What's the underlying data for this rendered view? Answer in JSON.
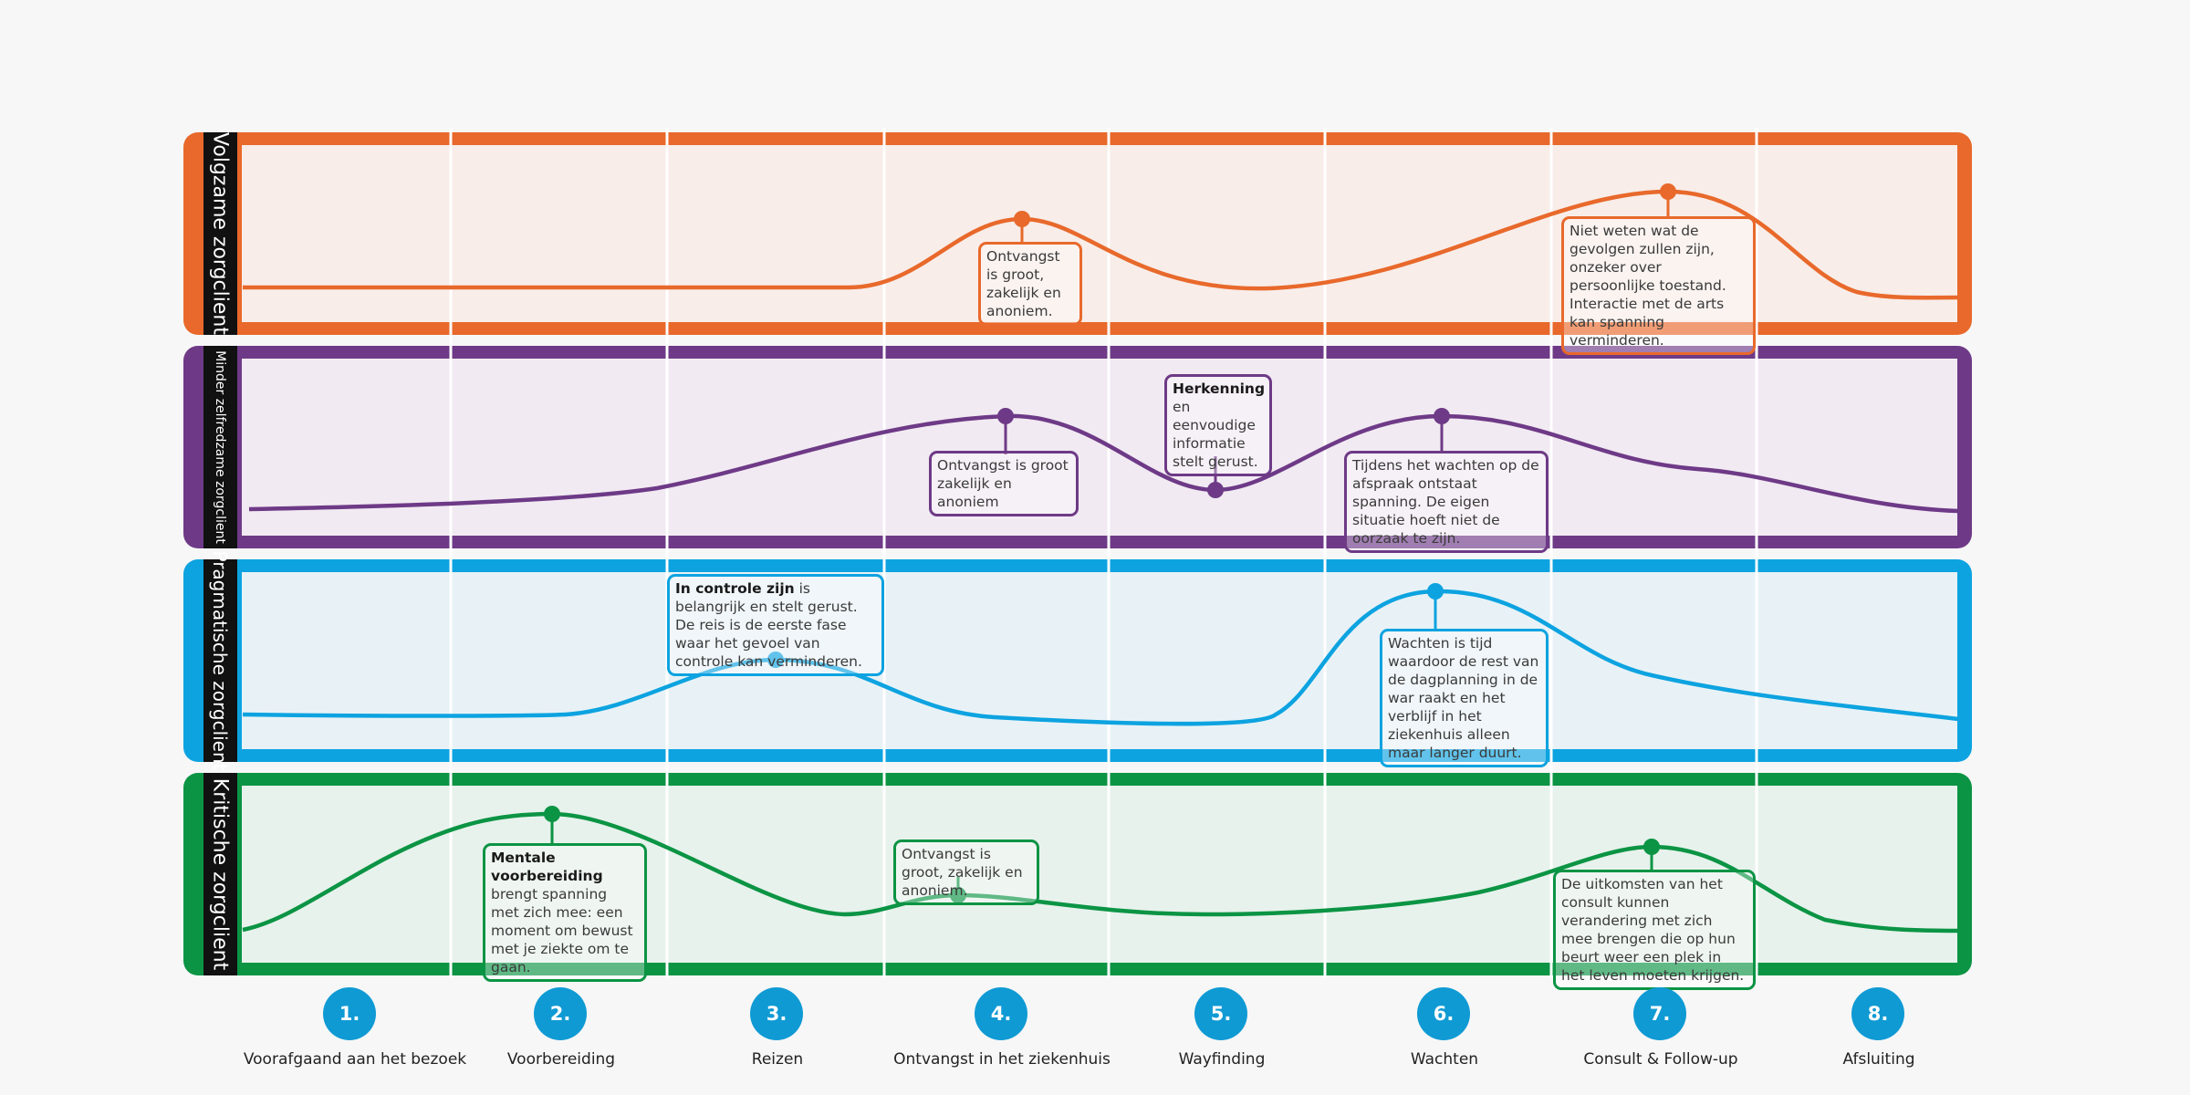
{
  "phases": [
    {
      "num": "1.",
      "label": "Voorafgaand aan het bezoek"
    },
    {
      "num": "2.",
      "label": "Voorbereiding"
    },
    {
      "num": "3.",
      "label": "Reizen"
    },
    {
      "num": "4.",
      "label": "Ontvangst in het ziekenhuis"
    },
    {
      "num": "5.",
      "label": "Wayfinding"
    },
    {
      "num": "6.",
      "label": "Wachten"
    },
    {
      "num": "7.",
      "label": "Consult & Follow-up"
    },
    {
      "num": "8.",
      "label": "Afsluiting"
    }
  ],
  "personas": [
    {
      "name": "Volgzame zorgclient",
      "color": "#e8692b",
      "fill": "#f8ede9",
      "notes": [
        {
          "lead": "",
          "text": "Ontvangst is groot, zakelijk en anoniem."
        },
        {
          "lead": "",
          "text": "Niet weten wat de gevolgen zullen zijn, onzeker over persoonlijke toestand. Interactie met de arts kan spanning verminderen."
        }
      ]
    },
    {
      "name": "Minder zelfredzame zorgclient",
      "color": "#6e3a87",
      "fill": "#f1eaf2",
      "notes": [
        {
          "lead": "",
          "text": "Ontvangst is groot zakelijk en anoniem"
        },
        {
          "lead": "Herkenning",
          "text": "en eenvoudige informatie stelt gerust."
        },
        {
          "lead": "",
          "text": "Tijdens het wachten op de afspraak ontstaat spanning. De eigen situatie hoeft niet de oorzaak te zijn."
        }
      ]
    },
    {
      "name": "Pragmatische zorgclient",
      "color": "#0da3e0",
      "fill": "#e8f2f6",
      "notes": [
        {
          "lead": "In controle zijn",
          "text": "is belangrijk en stelt gerust. De reis is de eerste fase waar het gevoel van controle kan verminderen."
        },
        {
          "lead": "",
          "text": "Wachten is tijd waardoor de rest van de dagplanning in de war raakt en het verblijf in het ziekenhuis alleen maar langer duurt."
        }
      ]
    },
    {
      "name": "Kritische zorgclient",
      "color": "#0b9444",
      "fill": "#e7f2ec",
      "notes": [
        {
          "lead": "Mentale voorbereiding",
          "text": "brengt spanning met zich mee: een moment om bewust met je ziekte om te gaan."
        },
        {
          "lead": "",
          "text": "Ontvangst is groot, zakelijk en anoniem."
        },
        {
          "lead": "",
          "text": "De uitkomsten van het consult kunnen verandering met zich mee brengen die op hun beurt weer een plek in het leven moeten krijgen."
        }
      ]
    }
  ]
}
